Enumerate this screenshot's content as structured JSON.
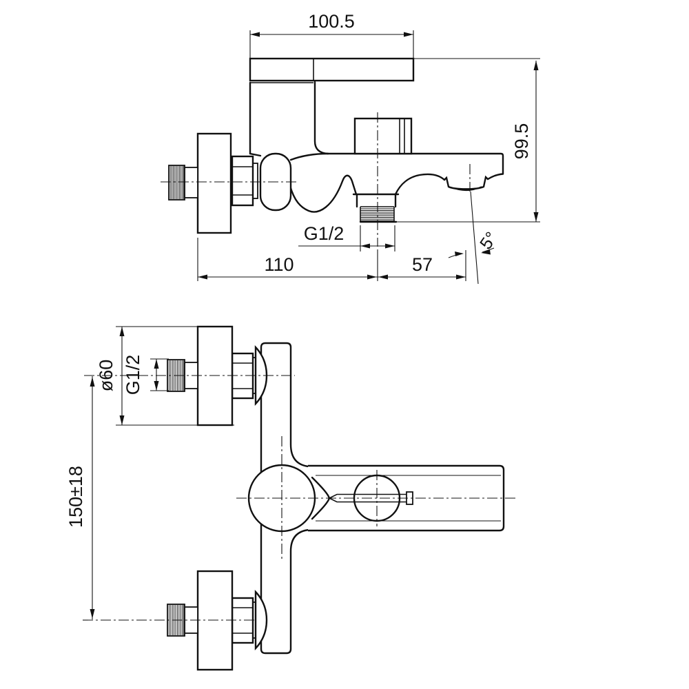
{
  "drawing": {
    "kind": "technical-dimension-drawing",
    "subject": "wall-mounted bath shower mixer faucet, side view and front view",
    "line_color": "#111111",
    "background_color": "#ffffff"
  },
  "dimensions": {
    "top_view": {
      "handle_width": "100.5",
      "total_height": "99.5",
      "outlet_thread": "G1/2",
      "wall_to_outlet": "110",
      "outlet_to_spout": "57",
      "spout_angle": "5°"
    },
    "front_view": {
      "flange_diameter": "ø60",
      "inlet_thread": "G1/2",
      "inlet_spacing": "150±18"
    }
  }
}
